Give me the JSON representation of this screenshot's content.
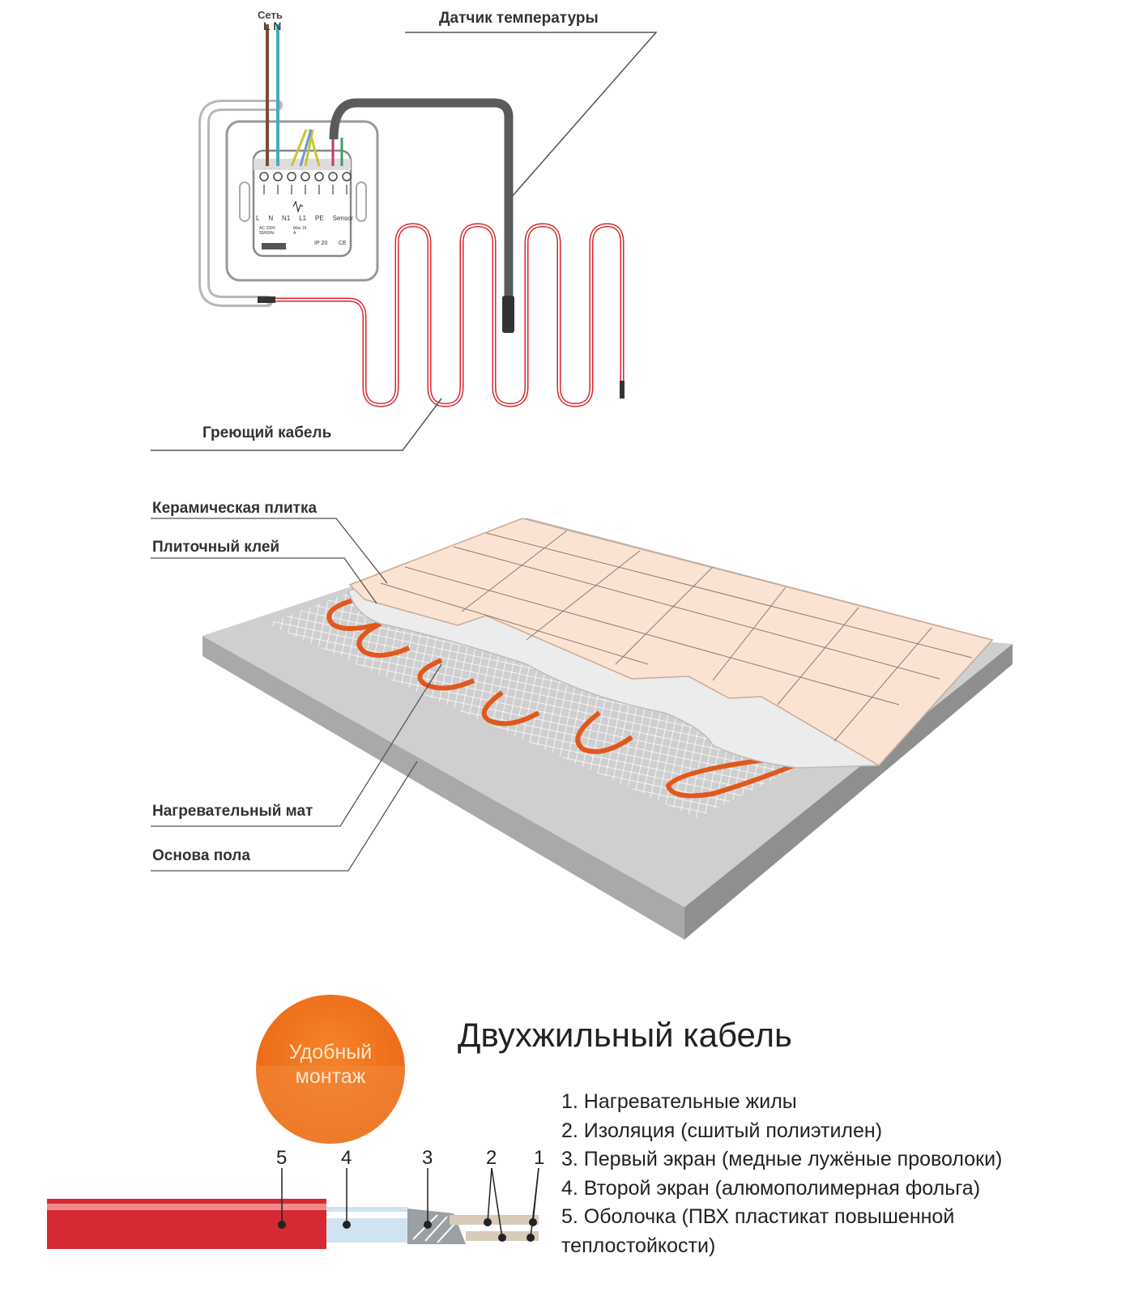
{
  "wiring": {
    "network_label": "Сеть",
    "network_phases": "L N",
    "sensor_label": "Датчик температуры",
    "cable_label": "Греющий кабель",
    "terminals": [
      "L",
      "N",
      "N1",
      "L1",
      "PE",
      "Sensor"
    ],
    "rating_left": "AC 230V 50/60Hz",
    "rating_mid": "Max 16 A",
    "ip_rating": "IP 20",
    "ce_mark": "CE"
  },
  "layers": {
    "tile": "Керамическая плитка",
    "adhesive": "Плиточный клей",
    "mat": "Нагревательный мат",
    "base": "Основа пола"
  },
  "cable": {
    "badge_line1": "Удобный",
    "badge_line2": "монтаж",
    "title": "Двухжильный кабель",
    "items": [
      "1. Нагревательные жилы",
      "2. Изоляция (сшитый полиэтилен)",
      "3. Первый экран (медные лужёные проволоки)",
      "4. Второй экран (алюмополимерная фольга)",
      "5. Оболочка (ПВХ пластикат повышенной",
      "теплостойкости)"
    ],
    "numbers": [
      "5",
      "4",
      "3",
      "2",
      "1"
    ]
  },
  "colors": {
    "heating": "#d9262b",
    "mat_cable": "#e2571c",
    "badge": "#ef6c1e",
    "tile": "#fbe3d3"
  }
}
